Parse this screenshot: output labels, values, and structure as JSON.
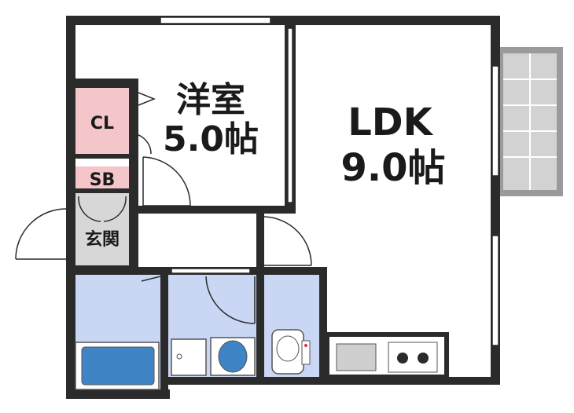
{
  "rooms": {
    "western_room": {
      "name": "洋室",
      "size": "5.0帖"
    },
    "ldk": {
      "name": "LDK",
      "size": "9.0帖"
    },
    "closet": {
      "name": "CL"
    },
    "shoe_box": {
      "name": "SB"
    },
    "entrance": {
      "name": "玄関"
    }
  },
  "colors": {
    "wall": "#2b2b2b",
    "closet_fill": "#f4c6ca",
    "wet_area_fill": "#c9d7f4",
    "entrance_fill": "#d7d7d7",
    "balcony_fill": "#c8c8c8",
    "kitchen_fill": "#cfcfcf"
  },
  "icons": {
    "bathtub": "bathtub-icon",
    "washbasin": "washbasin-icon",
    "toilet": "toilet-icon",
    "stove": "stove-icon",
    "sink": "sink-icon"
  }
}
